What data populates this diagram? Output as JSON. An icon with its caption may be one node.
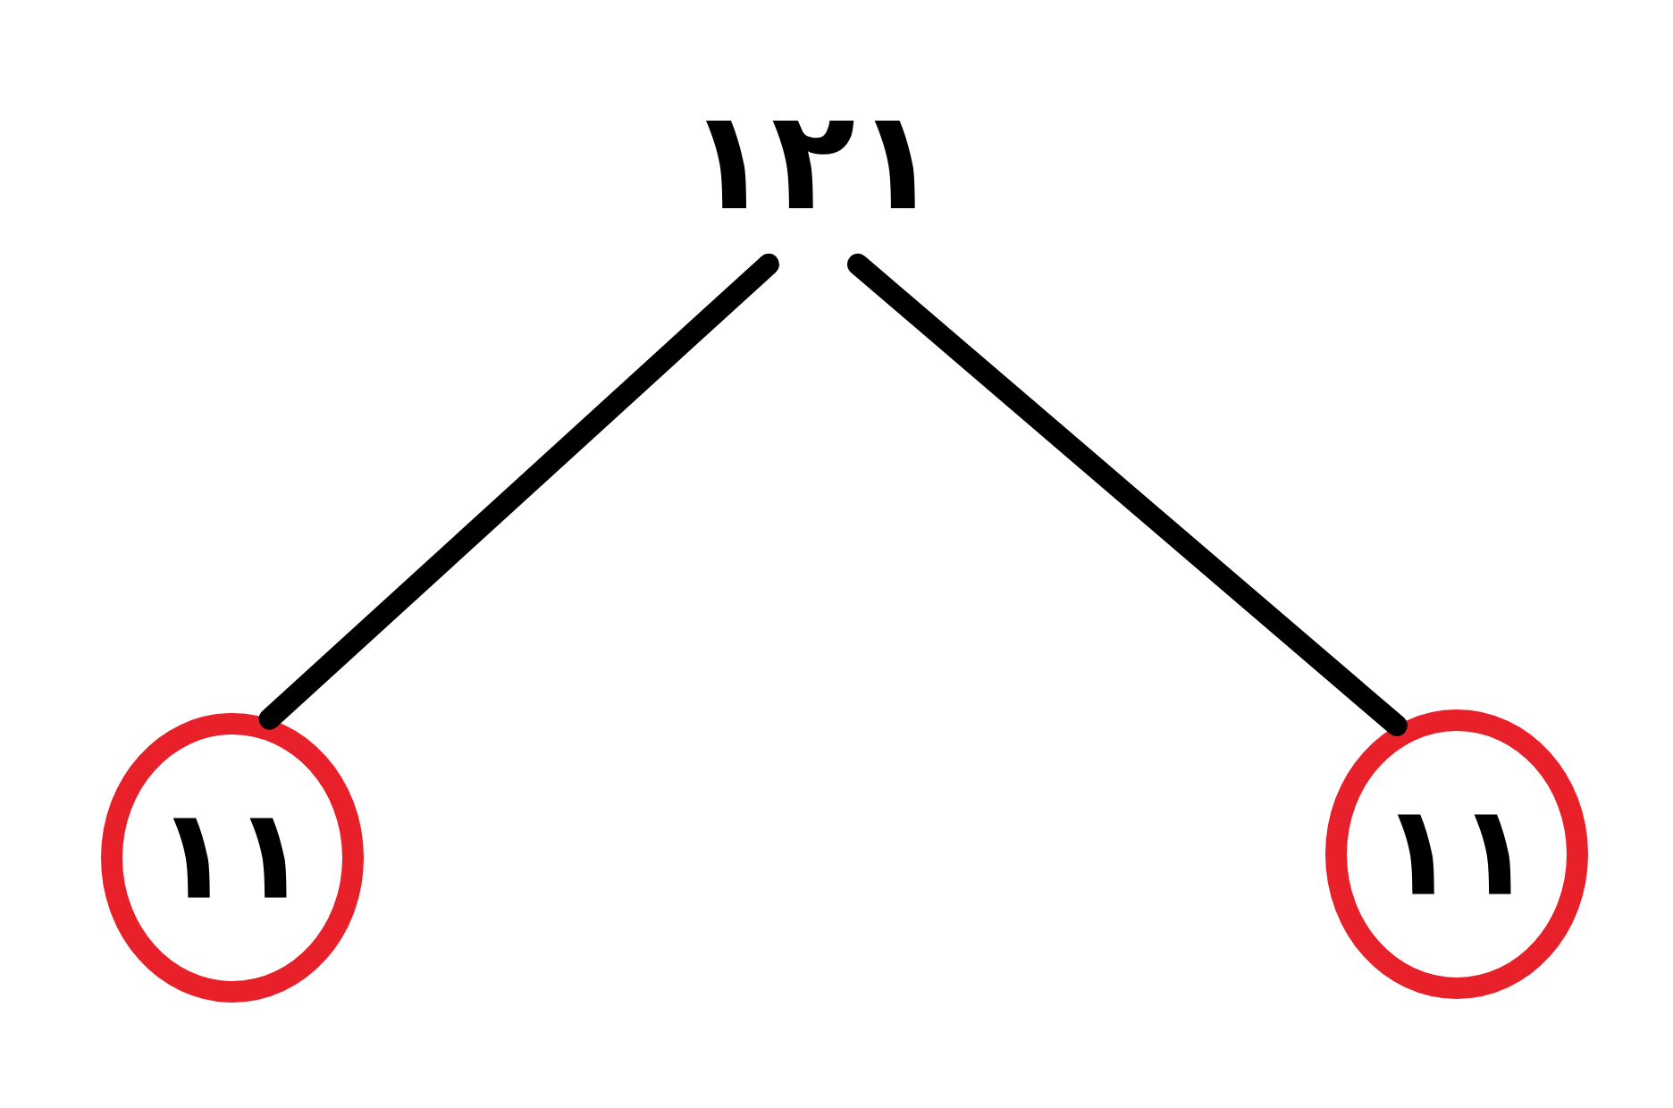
{
  "diagram": {
    "nodes": [
      {
        "text": [
          "١٢١"
        ]
      },
      {
        "text": [
          "١١"
        ]
      },
      {
        "text": [
          "١١"
        ]
      }
    ],
    "edges": [
      {
        "from": 0,
        "to": 1,
        "arrow": "none"
      },
      {
        "from": 0,
        "to": 2,
        "arrow": "none"
      }
    ]
  }
}
